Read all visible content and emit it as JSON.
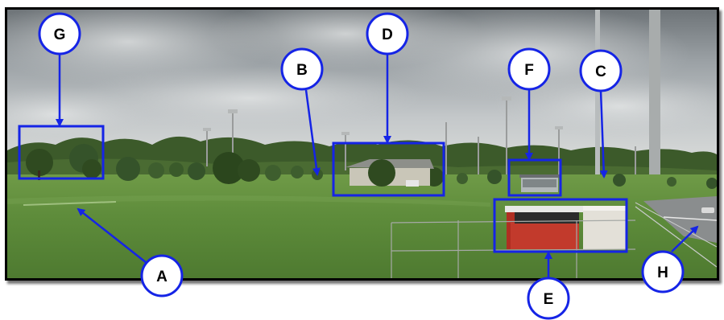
{
  "labels": {
    "A": "A",
    "B": "B",
    "C": "C",
    "D": "D",
    "E": "E",
    "F": "F",
    "G": "G",
    "H": "H"
  },
  "colors": {
    "annotation_blue": "#1524e6",
    "circle_fill": "#ffffff",
    "frame": "#000000"
  }
}
